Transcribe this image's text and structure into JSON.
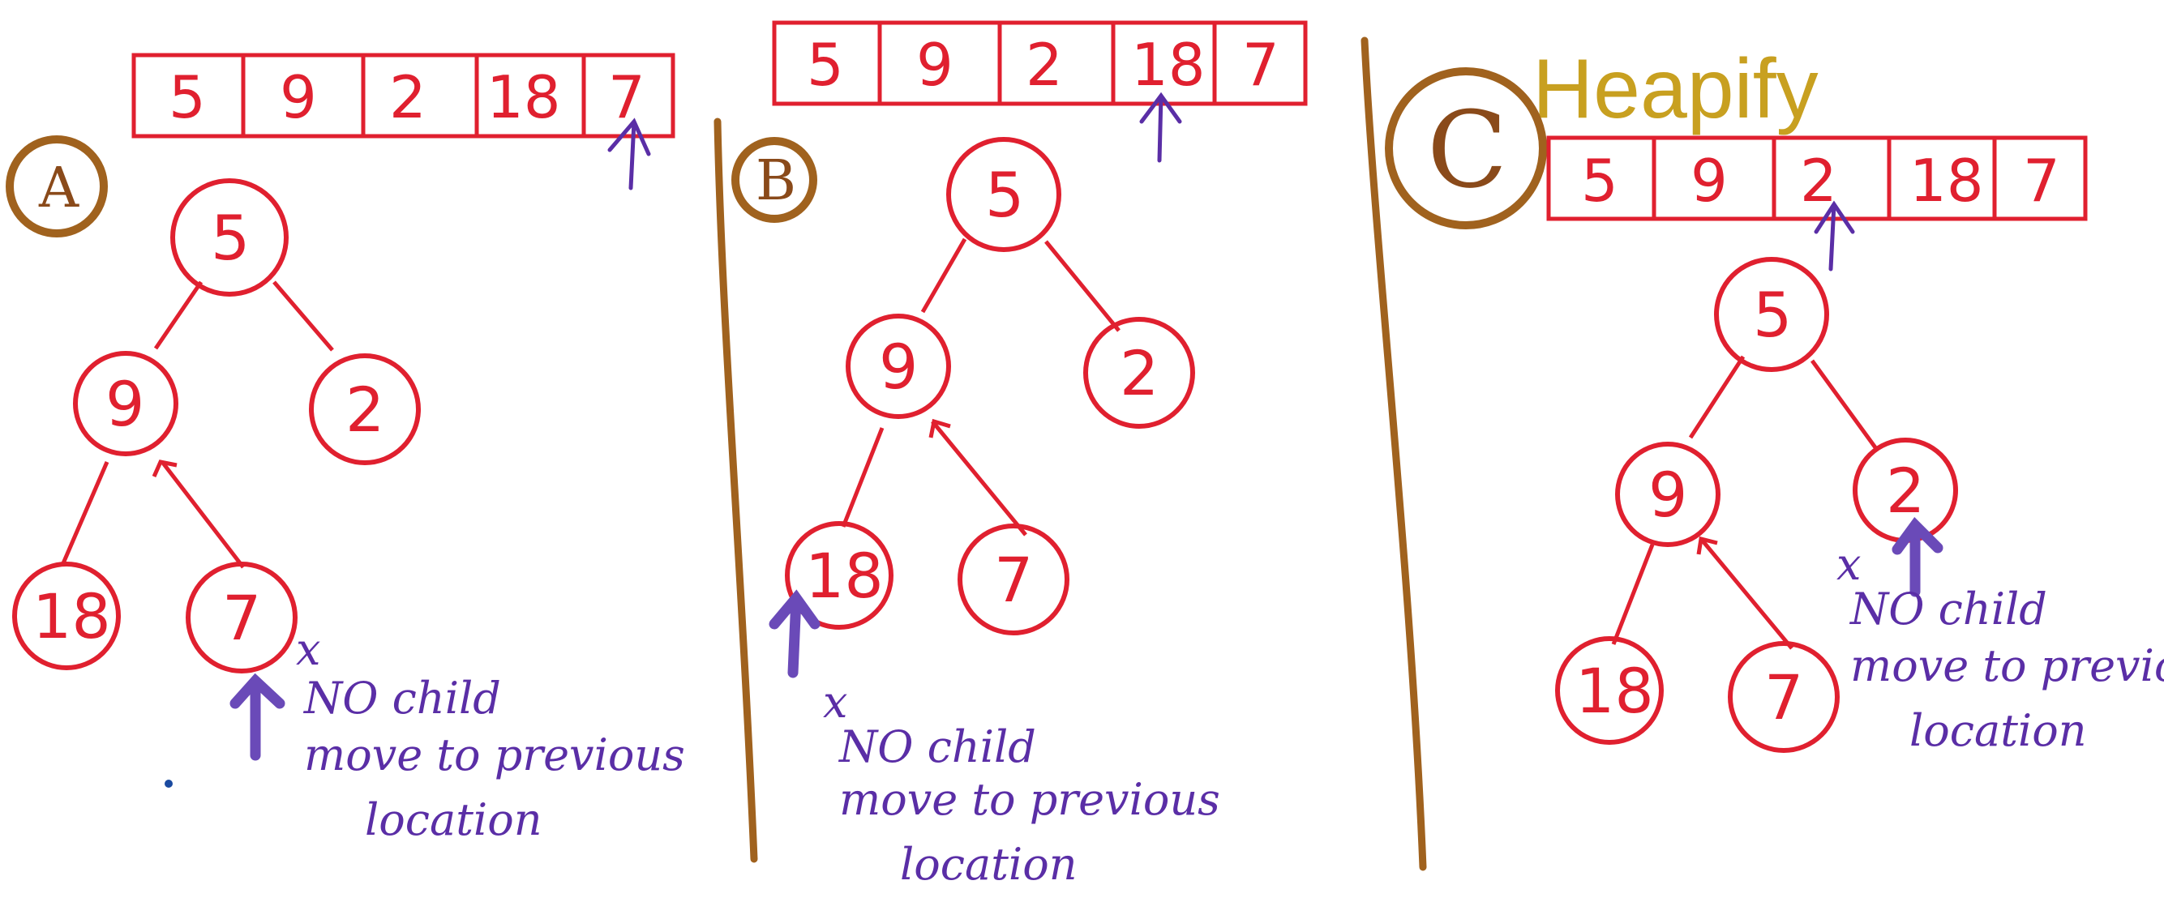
{
  "title": "Heapify",
  "colors": {
    "red": "#e0202f",
    "purple": "#5a2ea6",
    "brown": "#a0621e",
    "gold": "#c8a020"
  },
  "panels": [
    {
      "label": "A",
      "array": [
        "5",
        "9",
        "2",
        "18",
        "7"
      ],
      "tree": {
        "root": "5",
        "left": "9",
        "right": "2",
        "left_left": "18",
        "left_right": "7"
      },
      "pointer_index": 4,
      "cross": "x",
      "note": [
        "NO child",
        "move to previous",
        "location"
      ]
    },
    {
      "label": "B",
      "array": [
        "5",
        "9",
        "2",
        "18",
        "7"
      ],
      "tree": {
        "root": "5",
        "left": "9",
        "right": "2",
        "left_left": "18",
        "left_right": "7"
      },
      "pointer_index": 3,
      "cross": "x",
      "note": [
        "NO child",
        "move to previous",
        "location"
      ]
    },
    {
      "label": "C",
      "array": [
        "5",
        "9",
        "2",
        "18",
        "7"
      ],
      "tree": {
        "root": "5",
        "left": "9",
        "right": "2",
        "left_left": "18",
        "left_right": "7"
      },
      "pointer_index": 2,
      "cross": "x",
      "note": [
        "NO child",
        "move to previous",
        "location"
      ]
    }
  ]
}
